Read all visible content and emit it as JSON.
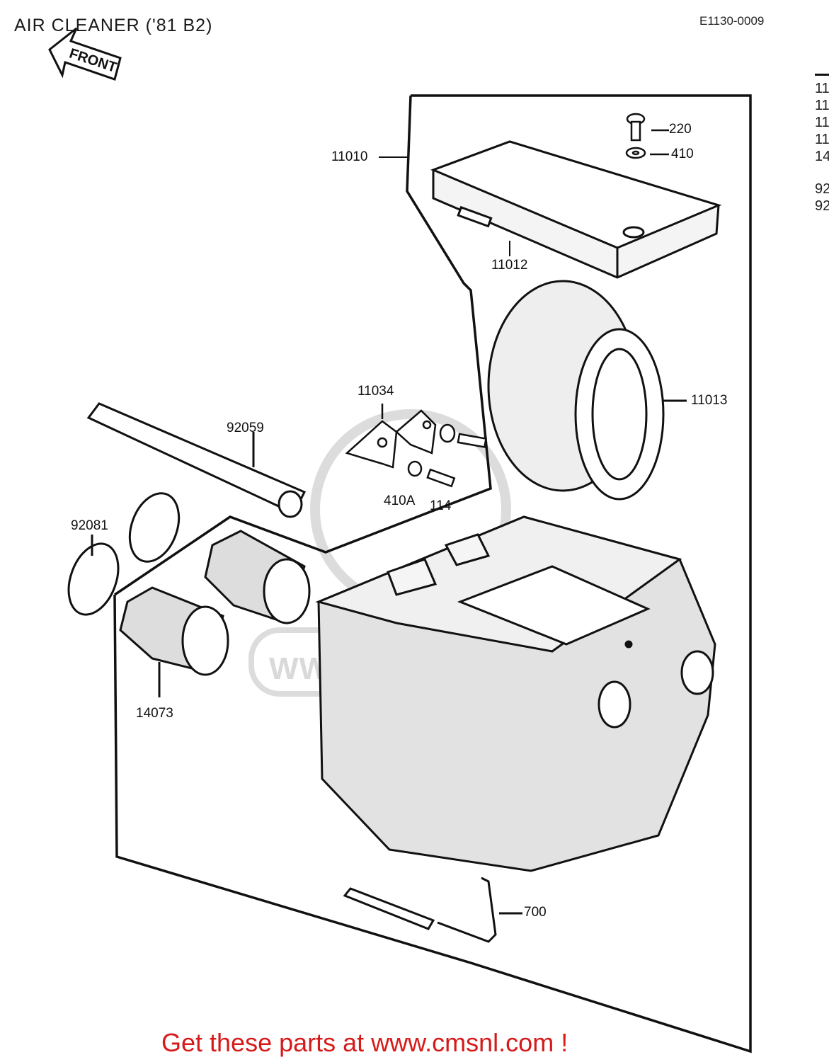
{
  "header": {
    "title": "AIR CLEANER ('81 B2)",
    "diagram_code": "E1130-0009",
    "front_label": "FRONT"
  },
  "watermark": "WWW.CMSNL.COM",
  "parts": [
    {
      "id": "p-220",
      "label": "220"
    },
    {
      "id": "p-410",
      "label": "410"
    },
    {
      "id": "p-11010",
      "label": "11010"
    },
    {
      "id": "p-11012",
      "label": "11012"
    },
    {
      "id": "p-11013",
      "label": "11013"
    },
    {
      "id": "p-11034",
      "label": "11034"
    },
    {
      "id": "p-92059",
      "label": "92059"
    },
    {
      "id": "p-92081",
      "label": "92081"
    },
    {
      "id": "p-410A",
      "label": "410A"
    },
    {
      "id": "p-114",
      "label": "114"
    },
    {
      "id": "p-14073",
      "label": "14073"
    },
    {
      "id": "p-700",
      "label": "700"
    }
  ],
  "edge_list": [
    "11",
    "11",
    "11",
    "11",
    "14",
    "92",
    "92"
  ],
  "footer": {
    "link_text": "Get these parts at www.cmsnl.com !",
    "color": "#d61a1a"
  }
}
